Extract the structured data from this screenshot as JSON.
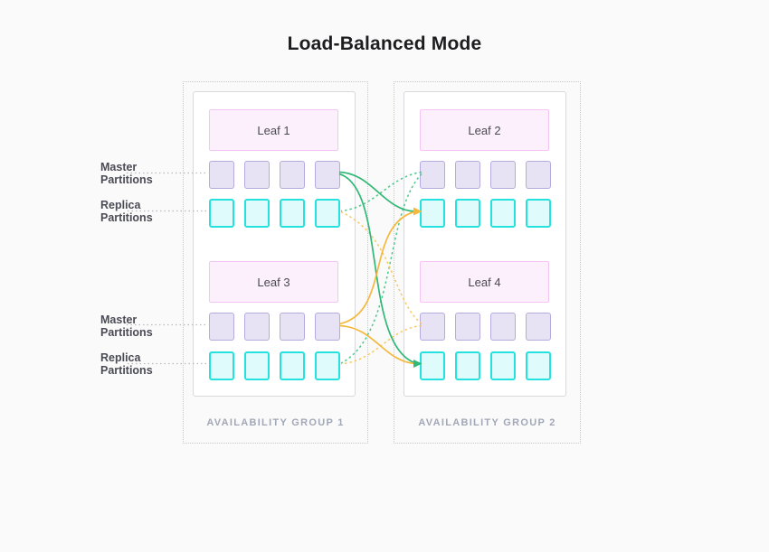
{
  "title": "Load-Balanced Mode",
  "partition_labels": {
    "master": "Master Partitions",
    "replica": "Replica Partitions"
  },
  "groups": [
    {
      "label": "AVAILABILITY GROUP 1",
      "leaves": [
        {
          "name": "Leaf 1",
          "master_partitions": 4,
          "replica_partitions": 4
        },
        {
          "name": "Leaf 3",
          "master_partitions": 4,
          "replica_partitions": 4
        }
      ]
    },
    {
      "label": "AVAILABILITY GROUP 2",
      "leaves": [
        {
          "name": "Leaf 2",
          "master_partitions": 4,
          "replica_partitions": 4
        },
        {
          "name": "Leaf 4",
          "master_partitions": 4,
          "replica_partitions": 4
        }
      ]
    }
  ],
  "connections": [
    {
      "from": "Leaf 1 master partitions",
      "to": "Leaf 2 replica partitions",
      "line": "solid",
      "color": "green"
    },
    {
      "from": "Leaf 1 master partitions",
      "to": "Leaf 4 replica partitions",
      "line": "solid",
      "color": "green"
    },
    {
      "from": "Leaf 3 master partitions",
      "to": "Leaf 2 replica partitions",
      "line": "solid",
      "color": "orange"
    },
    {
      "from": "Leaf 3 master partitions",
      "to": "Leaf 4 replica partitions",
      "line": "solid",
      "color": "orange"
    },
    {
      "from": "Leaf 2 master partitions",
      "to": "Leaf 1 replica partitions",
      "line": "dotted",
      "color": "green"
    },
    {
      "from": "Leaf 2 master partitions",
      "to": "Leaf 3 replica partitions",
      "line": "dotted",
      "color": "green"
    },
    {
      "from": "Leaf 4 master partitions",
      "to": "Leaf 1 replica partitions",
      "line": "dotted",
      "color": "orange"
    },
    {
      "from": "Leaf 4 master partitions",
      "to": "Leaf 3 replica partitions",
      "line": "dotted",
      "color": "orange"
    }
  ],
  "colors": {
    "background": "#fafafa",
    "solid_link_green": "#31b877",
    "solid_link_orange": "#f5b83d",
    "dotted_link_green": "#49c98b",
    "dotted_link_orange": "#f8c85f",
    "leader_line": "#b9b9bd",
    "master_partition_fill": "#e7e3f4",
    "master_partition_border": "#b5abdd",
    "replica_partition_fill": "#e0fbfb",
    "replica_partition_border": "#25e2e0",
    "leaf_fill": "#fbf0fc",
    "leaf_border": "#f3c5f2"
  }
}
